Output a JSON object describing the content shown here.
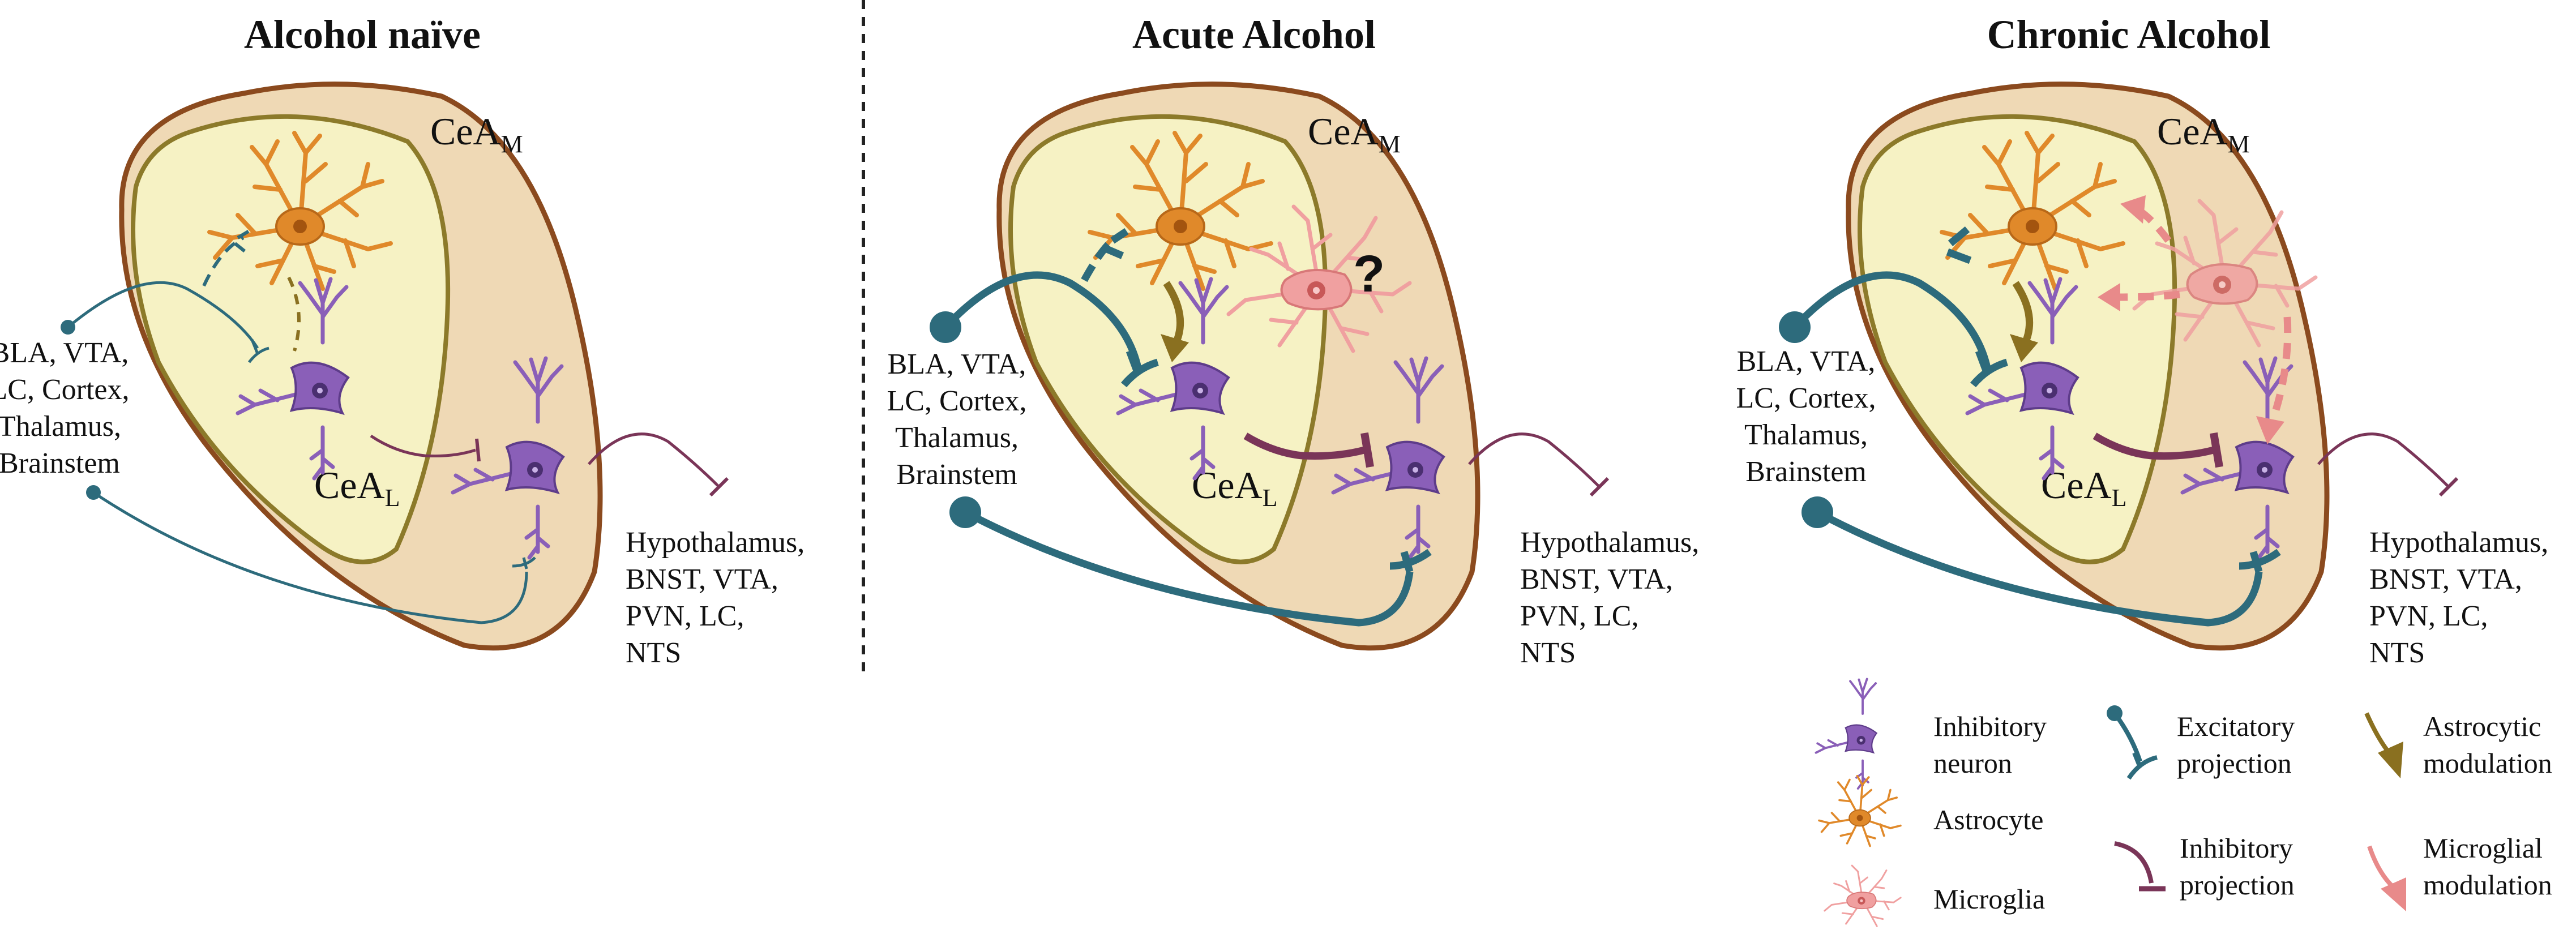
{
  "panels": [
    {
      "title": "Alcohol naïve",
      "cea_m": {
        "main": "CeA",
        "sub": "M"
      },
      "cea_l": {
        "main": "CeA",
        "sub": "L"
      },
      "inputs": [
        "BLA, VTA,",
        "LC, Cortex,",
        "Thalamus,",
        "Brainstem"
      ],
      "outputs": [
        "Hypothalamus,",
        "BNST, VTA,",
        "PVN, LC,",
        "NTS"
      ]
    },
    {
      "title": "Acute Alcohol",
      "cea_m": {
        "main": "CeA",
        "sub": "M"
      },
      "cea_l": {
        "main": "CeA",
        "sub": "L"
      },
      "inputs": [
        "BLA, VTA,",
        "LC, Cortex,",
        "Thalamus,",
        "Brainstem"
      ],
      "outputs": [
        "Hypothalamus,",
        "BNST, VTA,",
        "PVN, LC,",
        "NTS"
      ],
      "question_mark": "?"
    },
    {
      "title": "Chronic Alcohol",
      "cea_m": {
        "main": "CeA",
        "sub": "M"
      },
      "cea_l": {
        "main": "CeA",
        "sub": "L"
      },
      "inputs": [
        "BLA, VTA,",
        "LC, Cortex,",
        "Thalamus,",
        "Brainstem"
      ],
      "outputs": [
        "Hypothalamus,",
        "BNST, VTA,",
        "PVN, LC,",
        "NTS"
      ]
    }
  ],
  "legend": {
    "inhibitory_neuron": [
      "Inhibitory",
      "neuron"
    ],
    "astrocyte": "Astrocyte",
    "microglia": "Microglia",
    "excitatory_projection": [
      "Excitatory",
      "projection"
    ],
    "inhibitory_projection": [
      "Inhibitory",
      "projection"
    ],
    "astrocytic_modulation": [
      "Astrocytic",
      "modulation"
    ],
    "microglial_modulation": [
      "Microglial",
      "modulation"
    ]
  },
  "colors": {
    "outer_region": "#efd9b5",
    "outer_stroke": "#8b4a1e",
    "inner_region": "#f6f2c4",
    "inner_stroke": "#8c7a2a",
    "neuron": "#8a5fb8",
    "astrocyte": "#e0892a",
    "microglia": "#f0a0a0",
    "excitatory": "#2d6b7c",
    "inhibitory": "#7a3558",
    "astro_arrow": "#8a7020",
    "micro_arrow": "#e88a8a"
  }
}
